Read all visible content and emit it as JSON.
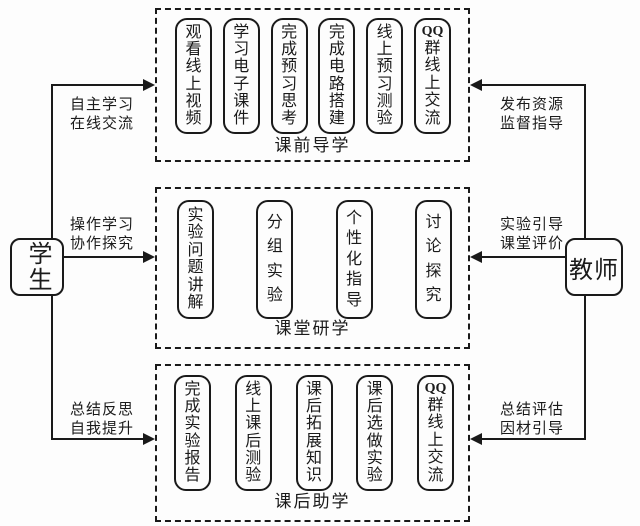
{
  "actors": {
    "student": "学生",
    "teacher": "教师"
  },
  "stages": [
    {
      "title": "课前导学",
      "items": [
        "观看线上视频",
        "学习电子课件",
        "完成预习思考",
        "完成电路搭建",
        "线上预习测验",
        "QQ群线上交流"
      ],
      "student_label": [
        "自主学习",
        "在线交流"
      ],
      "teacher_label": [
        "发布资源",
        "监督指导"
      ]
    },
    {
      "title": "课堂研学",
      "items": [
        "实验问题讲解",
        "分组实验",
        "个性化指导",
        "讨论探究"
      ],
      "student_label": [
        "操作学习",
        "协作探究"
      ],
      "teacher_label": [
        "实验引导",
        "课堂评价"
      ]
    },
    {
      "title": "课后助学",
      "items": [
        "完成实验报告",
        "线上课后测验",
        "课后拓展知识",
        "课后选做实验",
        "QQ群线上交流"
      ],
      "student_label": [
        "总结反思",
        "自我提升"
      ],
      "teacher_label": [
        "总结评估",
        "因材引导"
      ]
    }
  ],
  "colors": {
    "line": "#1a1a1a",
    "background": "#fdfdfd"
  }
}
